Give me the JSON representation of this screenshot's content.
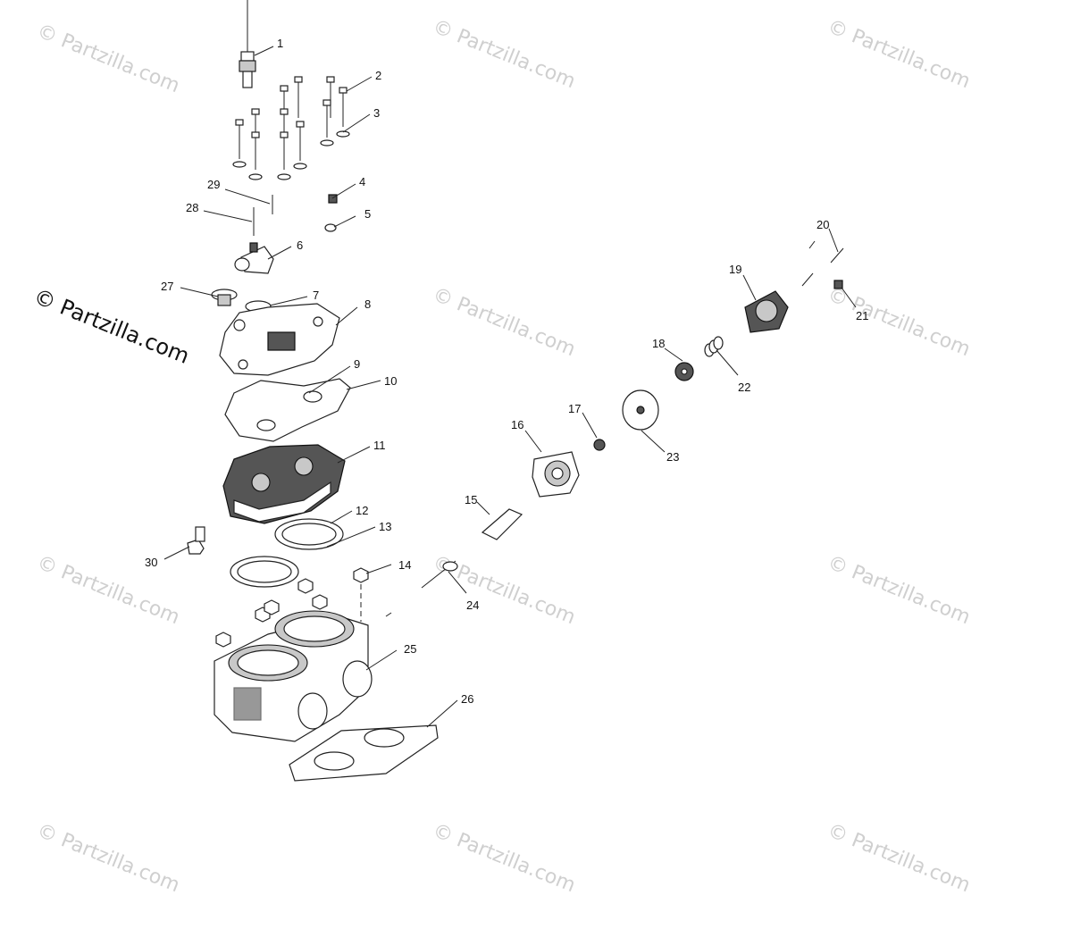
{
  "watermark": {
    "text": "© Partzilla.com",
    "color": "#cfcfcf"
  },
  "brand_mark": "© Partzilla.com",
  "callouts": [
    "1",
    "2",
    "3",
    "4",
    "5",
    "6",
    "7",
    "8",
    "9",
    "10",
    "11",
    "12",
    "13",
    "14",
    "15",
    "16",
    "17",
    "18",
    "19",
    "20",
    "21",
    "22",
    "23",
    "24",
    "25",
    "26",
    "27",
    "28",
    "29",
    "30"
  ],
  "colors": {
    "line": "#222222",
    "label": "#111111",
    "background": "#ffffff"
  }
}
